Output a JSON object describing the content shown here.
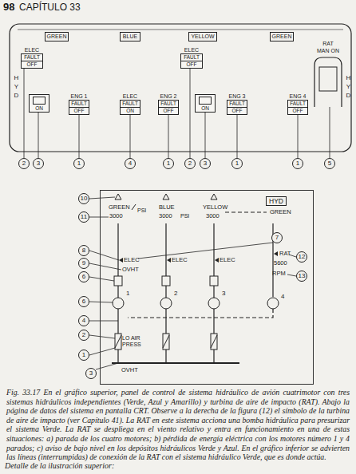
{
  "diagram": {
    "caption": "Fig. 33.17 En el gráfico superior, panel de control de sistema hidráulico de avión cuatrimotor con tres sistemas hidráulicos independientes (Verde, Azul y Amarillo) y turbina de aire de impacto (RAT). Abajo la página de datos del sistema en pantalla CRT. Observe a la derecha de la figura (12) el símbolo de la turbina de aire de impacto (ver Capítulo 41). La RAT en este sistema acciona una bomba hidráulica para presurizar el sistema Verde. La RAT se despliega en el viento relativo y entra en funcionamiento en una de estas situaciones: a) parada de los cuatro motores; b) pérdida de energía eléctrica con los motores número 1 y 4 parados; c) aviso de bajo nivel en los depósitos hidráulicos Verde y Azul. En el gráfico inferior se advierten las líneas (interrumpidas) de conexión de la RAT con el sistema hidráulico Verde, que es donde actúa.",
    "nodes": [
      {
        "text": [
          "GREEN"
        ]
      },
      {
        "text": [
          "BLUE"
        ]
      },
      {
        "text": [
          "YELLOW"
        ]
      },
      {
        "text": [
          "GREEN"
        ]
      },
      {
        "text": [
          "ELEC",
          "FAULT",
          "OFF"
        ]
      },
      {
        "text": [
          "ON"
        ]
      },
      {
        "text": [
          "ENG 1",
          "FAULT",
          "OFF"
        ]
      },
      {
        "text": [
          "ELEC",
          "FAULT",
          "ON"
        ]
      },
      {
        "text": [
          "ENG 2",
          "FAULT",
          "OFF"
        ]
      },
      {
        "text": [
          "ELEC",
          "FAULT",
          "OFF"
        ]
      },
      {
        "text": [
          "ON"
        ]
      },
      {
        "text": [
          "ENG 3",
          "FAULT",
          "OFF"
        ]
      },
      {
        "text": [
          "ENG 4",
          "FAULT",
          "OFF"
        ]
      },
      {
        "text": [
          "RAT MAN ON"
        ]
      },
      {
        "text": [
          "2"
        ]
      },
      {
        "text": [
          "3"
        ]
      },
      {
        "text": [
          "1"
        ]
      },
      {
        "text": [
          "4"
        ]
      },
      {
        "text": [
          "1"
        ]
      },
      {
        "text": [
          "2"
        ]
      },
      {
        "text": [
          "3"
        ]
      },
      {
        "text": [
          "1"
        ]
      },
      {
        "text": [
          "1"
        ]
      },
      {
        "text": [
          "5"
        ]
      },
      {
        "text": [
          "HYD"
        ]
      },
      {
        "text": [
          "10"
        ]
      },
      {
        "text": [
          "11"
        ]
      },
      {
        "text": [
          "7"
        ],
        "in": 24
      },
      {
        "text": [
          "8"
        ]
      },
      {
        "text": [
          "9"
        ]
      },
      {
        "text": [
          "6"
        ]
      },
      {
        "text": [
          "12"
        ],
        "in": 24
      },
      {
        "text": [
          "13"
        ],
        "in": 24
      },
      {
        "text": [
          "6"
        ]
      },
      {
        "text": [
          "4"
        ]
      },
      {
        "text": [
          "2"
        ]
      },
      {
        "text": [
          "1"
        ]
      },
      {
        "text": [
          "3"
        ]
      }
    ],
    "edges": [
      {
        "from": 14,
        "to": 4,
        "arrow": "none"
      },
      {
        "from": 15,
        "to": 5,
        "arrow": "none"
      },
      {
        "from": 16,
        "to": 6,
        "arrow": "none"
      },
      {
        "from": 17,
        "to": 7,
        "arrow": "none"
      },
      {
        "from": 18,
        "to": 8,
        "arrow": "none"
      },
      {
        "from": 19,
        "to": 9,
        "arrow": "none"
      },
      {
        "from": 20,
        "to": 10,
        "arrow": "none"
      },
      {
        "from": 21,
        "to": 11,
        "arrow": "none"
      },
      {
        "from": 22,
        "to": 12,
        "arrow": "none"
      },
      {
        "from": 23,
        "to": 13,
        "arrow": "none"
      }
    ],
    "labels": [
      "98",
      "CAPÍTULO 33",
      "HYD",
      "HYD",
      "GREEN",
      "PSI",
      "BLUE",
      "YELLOW",
      "GREEN",
      "3000",
      "3000",
      "PSI",
      "3000",
      "ELEC",
      "OVHT",
      "ELEC",
      "ELEC",
      "RAT",
      "5600",
      "RPM",
      "1",
      "2",
      "3",
      "4",
      "LO AIR PRESS",
      "OVHT",
      "Detalle de la ilustración superior:"
    ]
  }
}
